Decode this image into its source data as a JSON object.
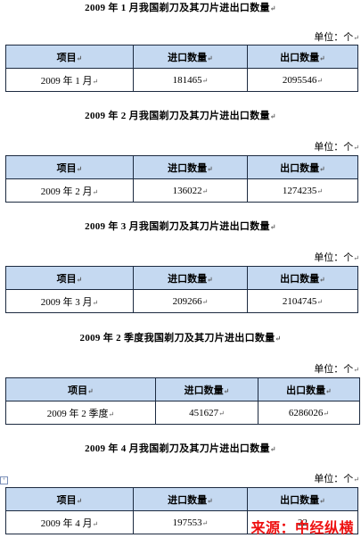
{
  "unit_label": "单位：个",
  "tables": [
    {
      "title": "2009 年 1 月我国剃刀及其刀片进出口数量",
      "headers": [
        "项目",
        "进口数量",
        "出口数量"
      ],
      "row": [
        "2009 年 1 月",
        "181465",
        "2095546"
      ]
    },
    {
      "title": "2009 年 2 月我国剃刀及其刀片进出口数量",
      "headers": [
        "项目",
        "进口数量",
        "出口数量"
      ],
      "row": [
        "2009 年 2 月",
        "136022",
        "1274235"
      ]
    },
    {
      "title": "2009 年 3 月我国剃刀及其刀片进出口数量",
      "headers": [
        "项目",
        "进口数量",
        "出口数量"
      ],
      "row": [
        "2009 年 3 月",
        "209266",
        "2104745"
      ]
    },
    {
      "title": "2009 年 2 季度我国剃刀及其刀片进出口数量",
      "headers": [
        "项目",
        "进口数量",
        "出口数量"
      ],
      "row": [
        "2009 年 2 季度",
        "451627",
        "6286026"
      ]
    },
    {
      "title": "2009 年 4 月我国剃刀及其刀片进出口数量",
      "headers": [
        "项目",
        "进口数量",
        "出口数量"
      ],
      "row": [
        "2009 年 4 月",
        "197553",
        "22"
      ]
    }
  ],
  "watermark": "来源：中经纵横"
}
